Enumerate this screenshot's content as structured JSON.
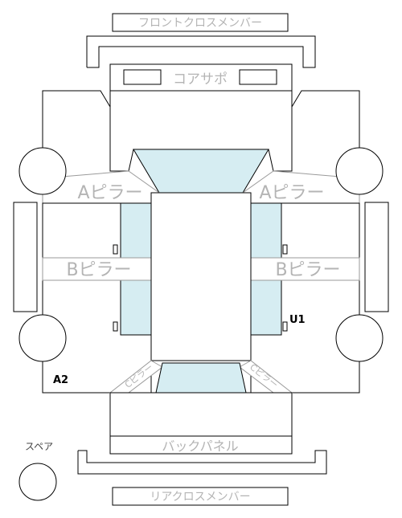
{
  "labels": {
    "front_cross_member": "フロントクロスメンバー",
    "core_support": "コアサポ",
    "a_pillar_left": "Aピラー",
    "a_pillar_right": "Aピラー",
    "b_pillar_left": "Bピラー",
    "b_pillar_right": "Bピラー",
    "c_pillar_left": "Cピラー",
    "c_pillar_right": "Cピラー",
    "back_panel": "バックパネル",
    "rear_cross_member": "リアクロスメンバー",
    "spare": "スペア"
  },
  "markers": {
    "u1": "U1",
    "a2": "A2"
  },
  "colors": {
    "glass": "#d6edf2",
    "outline": "#000000",
    "label_gray": "#b4b4b4"
  }
}
